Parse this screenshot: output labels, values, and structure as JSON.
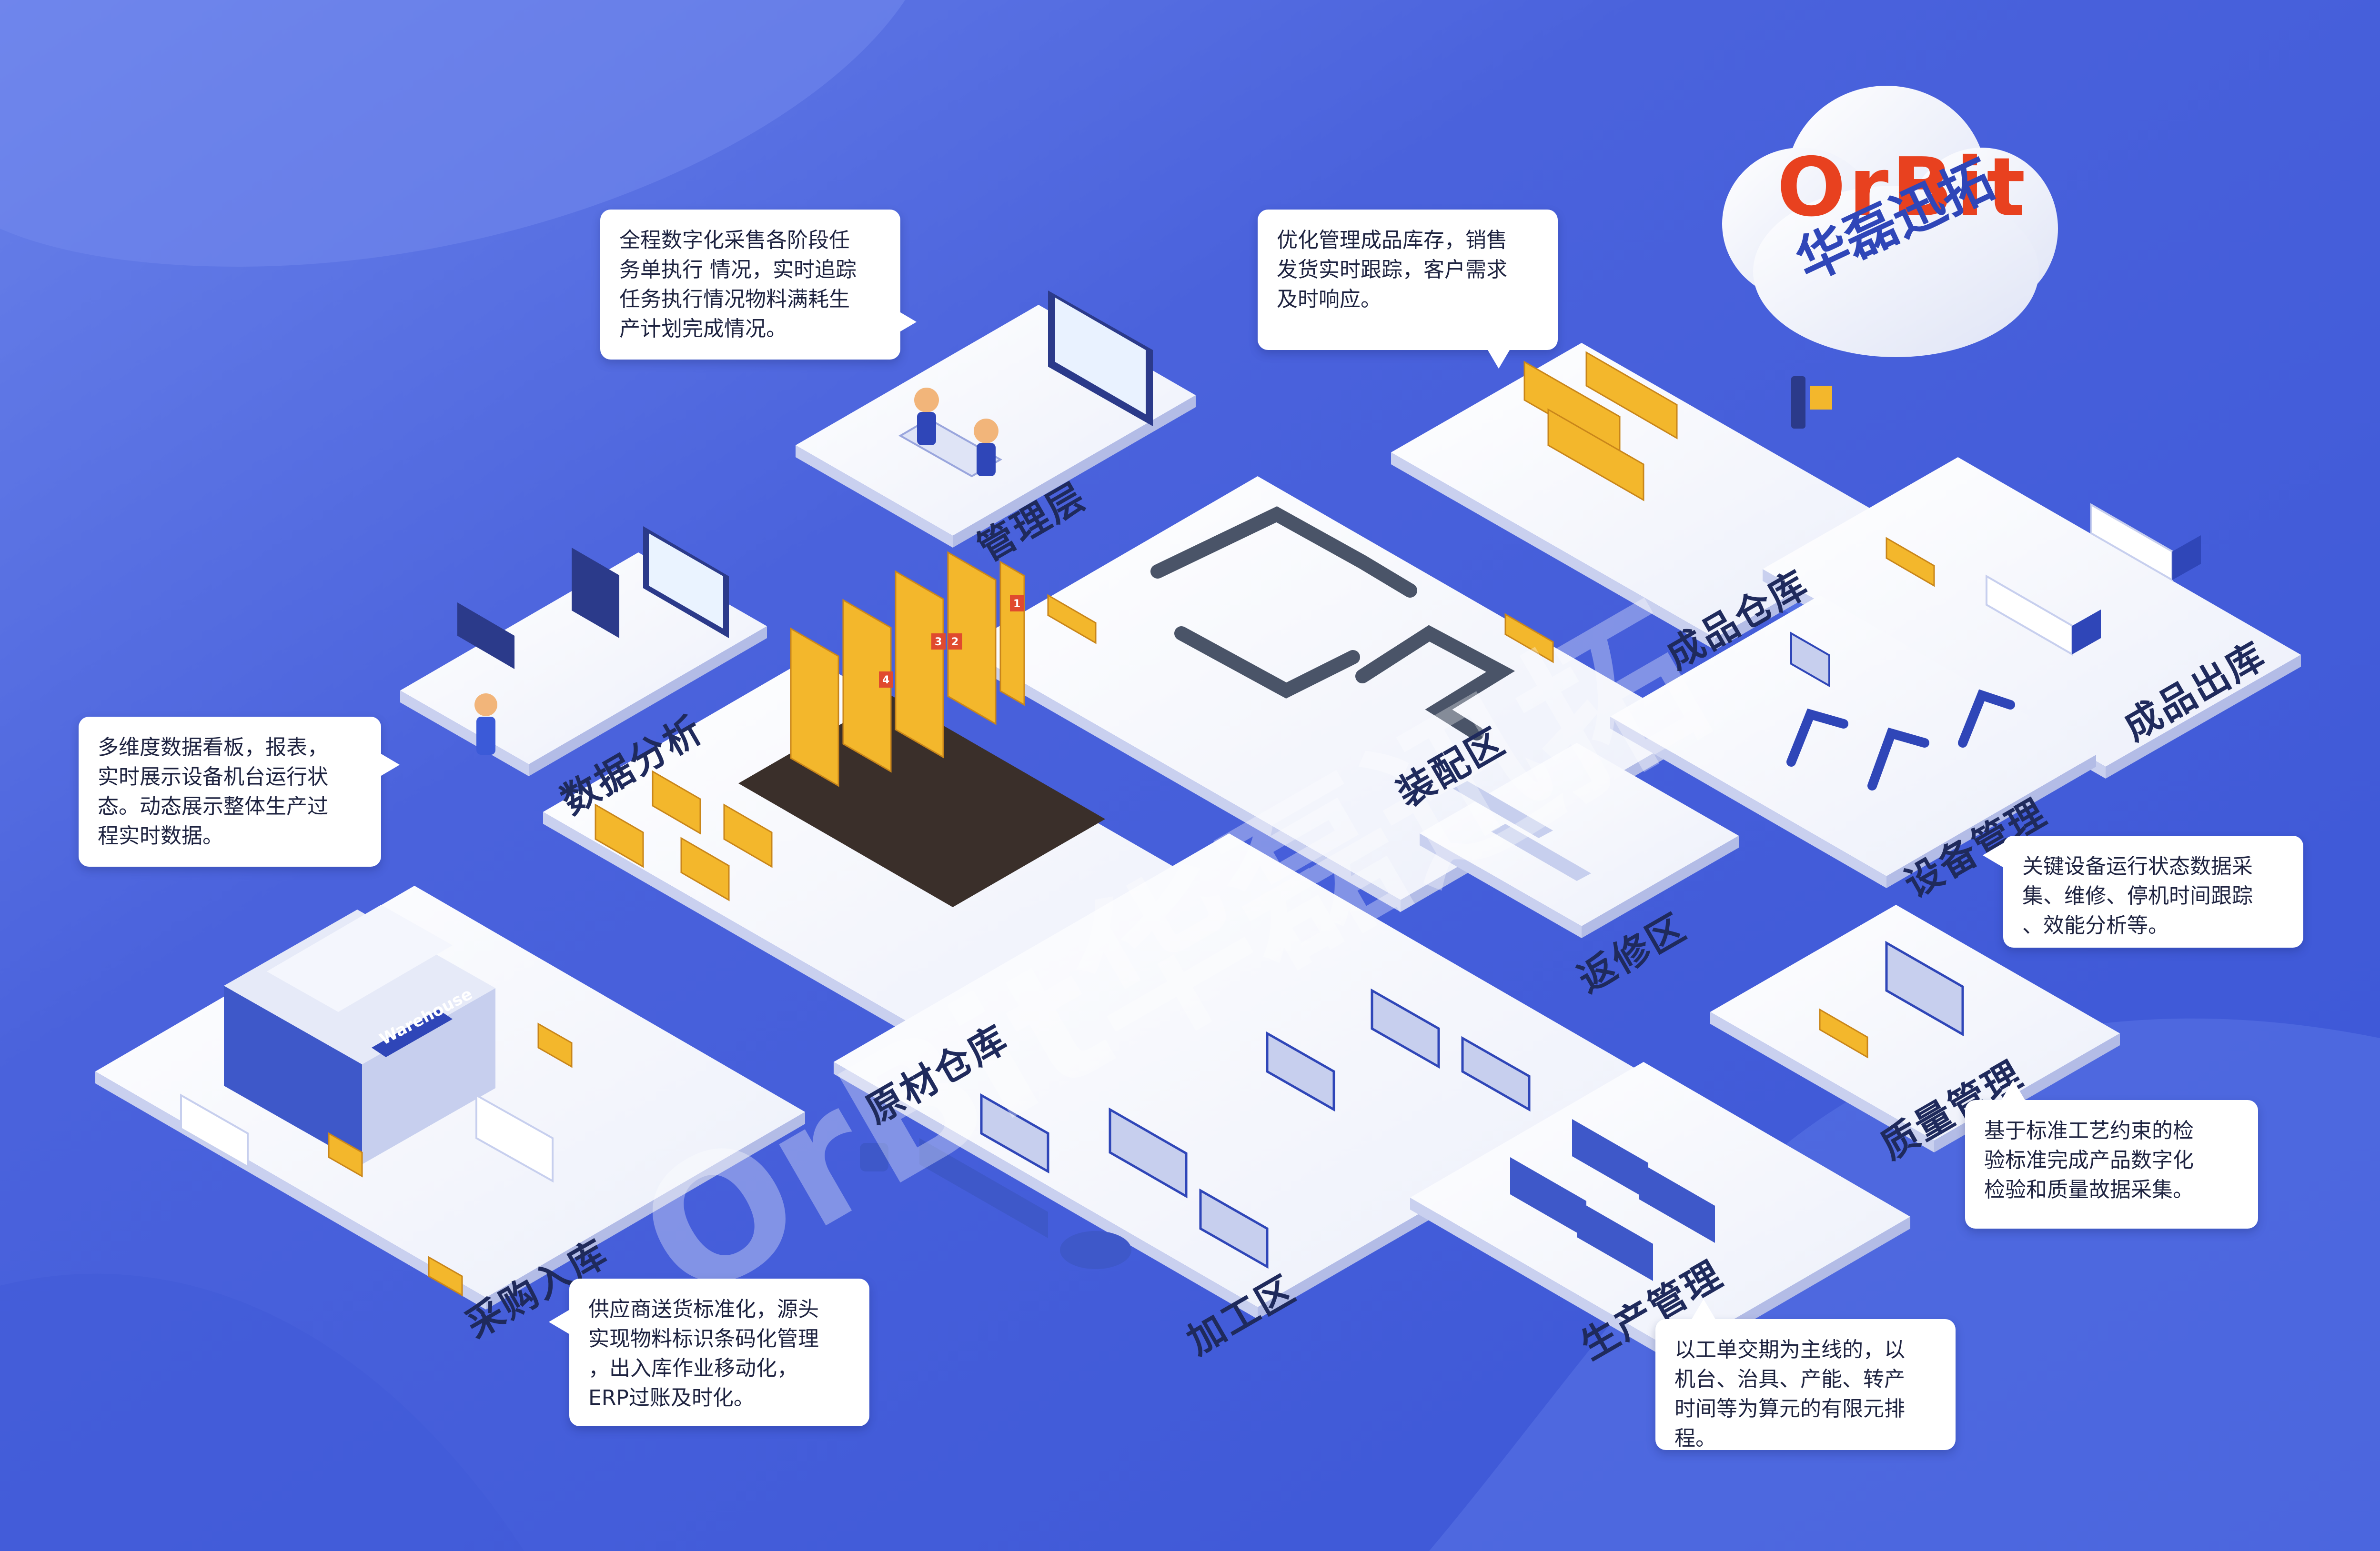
{
  "brand": {
    "logo_latin": "OrBit",
    "logo_cn": "华磊迅拓",
    "watermark": "OrBit华磊迅拓",
    "accent_color": "#e8411f",
    "background_color": "#4a63dc"
  },
  "areas": [
    {
      "id": "management",
      "label": "管理层"
    },
    {
      "id": "data-analysis",
      "label": "数据分析"
    },
    {
      "id": "raw-material-warehouse",
      "label": "原材仓库"
    },
    {
      "id": "purchase-inbound",
      "label": "采购入库"
    },
    {
      "id": "assembly",
      "label": "装配区"
    },
    {
      "id": "finished-warehouse",
      "label": "成品仓库"
    },
    {
      "id": "finished-outbound",
      "label": "成品出库"
    },
    {
      "id": "equipment-management",
      "label": "设备管理"
    },
    {
      "id": "rework",
      "label": "返修区"
    },
    {
      "id": "machining",
      "label": "加工区"
    },
    {
      "id": "quality-management",
      "label": "质量管理"
    },
    {
      "id": "production-management",
      "label": "生产管理"
    }
  ],
  "callouts": {
    "management": [
      "全程数字化采售各阶段任",
      "务单执行 情况，实时追踪",
      "任务执行情况物料满耗生",
      "产计划完成情况。"
    ],
    "finished": [
      "优化管理成品库存，销售",
      "发货实时跟踪，客户需求",
      "及时响应。"
    ],
    "data": [
      "多维度数据看板，报表，",
      "实时展示设备机台运行状",
      "态。动态展示整体生产过",
      "程实时数据。"
    ],
    "equipment": [
      "关键设备运行状态数据采",
      "集、维修、停机时间跟踪",
      "、效能分析等。"
    ],
    "quality": [
      "基于标准工艺约束的检",
      "验标准完成产品数字化",
      "检验和质量故据采集。"
    ],
    "supplier": [
      "供应商送货标准化，源头",
      "实现物料标识条码化管理",
      "，出入库作业移动化，",
      "ERP过账及时化。"
    ],
    "production": [
      "以工单交期为主线的，以",
      "机台、治具、产能、转产",
      "时间等为算元的有限元排",
      "程。"
    ]
  },
  "scene_text": {
    "warehouse_sign": "Warehouse",
    "rack_numbers": [
      "4",
      "3",
      "2",
      "1"
    ]
  }
}
